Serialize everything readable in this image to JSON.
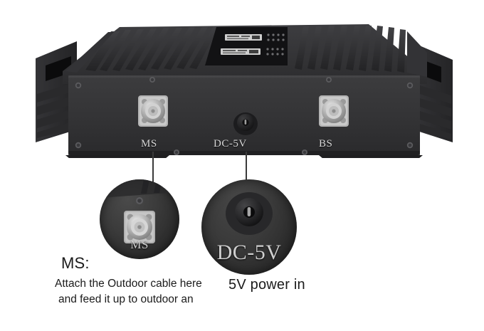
{
  "scene": {
    "background_color": "#ffffff",
    "subject": "signal-booster-repeater-front-panel"
  },
  "device": {
    "name": "mobile signal booster chassis",
    "body_color": "#2e2e30",
    "panel_color": "#343436",
    "heatsink": {
      "left_fin_count": 12,
      "right_fin_count": 12,
      "fin_color": "#303032"
    },
    "top_display": {
      "bezel_color": "#121214",
      "plates": 2,
      "led_rows": 4
    },
    "front_ports": [
      {
        "id": "ms",
        "label": "MS",
        "type": "n-female-connector"
      },
      {
        "id": "dc",
        "label": "DC-5V",
        "type": "dc-barrel-jack"
      },
      {
        "id": "bs",
        "label": "BS",
        "type": "n-female-connector"
      }
    ],
    "screw_count": 8,
    "feet_count": 2
  },
  "callouts": [
    {
      "id": "ms",
      "magnifier_label": "MS",
      "title": "MS:",
      "line1": "Attach the Outdoor cable here",
      "line2": "and feed  it up to outdoor an"
    },
    {
      "id": "dc",
      "magnifier_label": "DC-5V",
      "caption": "5V power in"
    }
  ],
  "colors": {
    "text": "#1b1b1b",
    "label_text": "#d8d8d8",
    "leader_line": "#3a3a3a"
  }
}
